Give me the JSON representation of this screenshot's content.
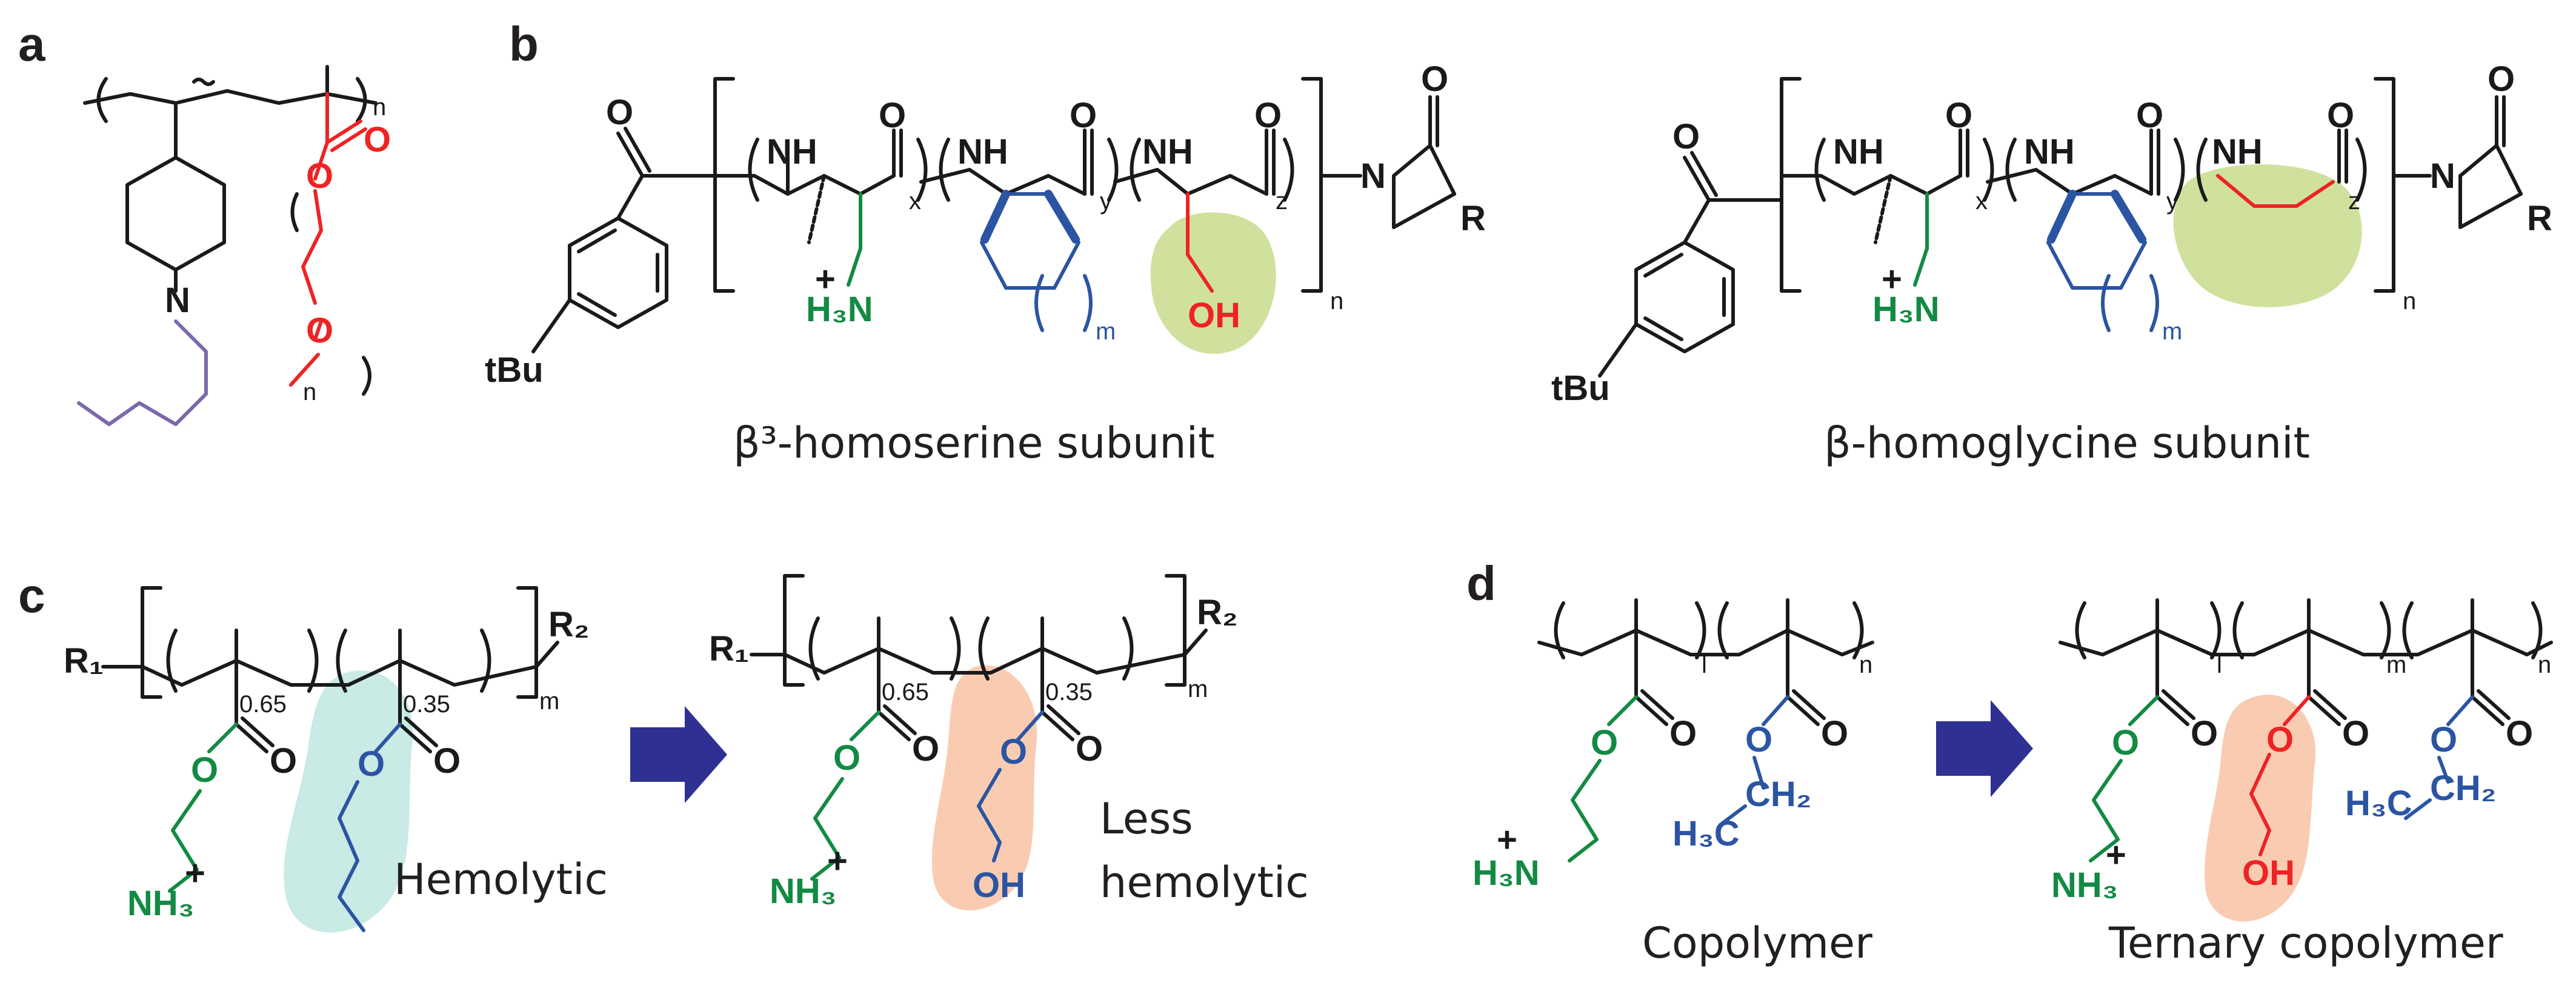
{
  "panels": {
    "a": "a",
    "b": "b",
    "c": "c",
    "d": "d"
  },
  "captions": {
    "b_left": "β³-homoserine subunit",
    "b_right": "β-homoglycine subunit",
    "c_hemolytic": "Hemolytic",
    "c_less_1": "Less",
    "c_less_2": "hemolytic",
    "d_copolymer": "Copolymer",
    "d_ternary": "Ternary copolymer"
  },
  "atoms": {
    "N": "N",
    "O": "O",
    "NH": "NH",
    "OH": "OH",
    "R": "R",
    "tBu": "tBu",
    "H3N": "H₃N",
    "NH3": "NH₃",
    "plus": "+",
    "CH2": "CH₂",
    "H3C": "H₃C",
    "R1": "R₁",
    "R2": "R₂"
  },
  "subscripts": {
    "n": "n",
    "m": "m",
    "x": "x",
    "y": "y",
    "z": "z",
    "l": "l",
    "f065": "0.65",
    "f035": "0.35"
  },
  "colors": {
    "black": "#1a1a1a",
    "red": "#ee2324",
    "green": "#138a43",
    "blue": "#2b55a3",
    "purple": "#7c68ae",
    "lime_highlight": "#c8dc8c",
    "teal_highlight": "#bfe6e0",
    "salmon_highlight": "#f8c7aa",
    "arrow": "#2e3192"
  }
}
